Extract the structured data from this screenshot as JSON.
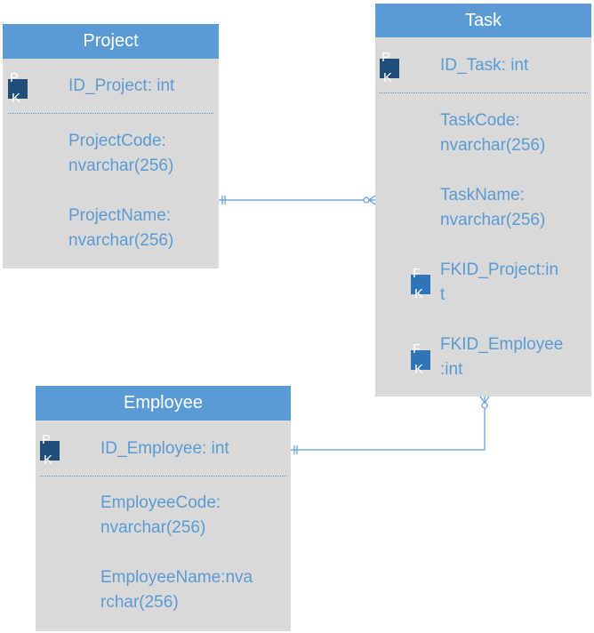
{
  "colors": {
    "header_bg": "#5b9bd5",
    "body_bg": "#d9d9d9",
    "field_text": "#5b9bd5",
    "pk_badge": "#1f4e79",
    "fk_badge": "#2e75b6",
    "connector": "#5b9bd5"
  },
  "project": {
    "title": "Project",
    "pk_badge": {
      "line1": "P",
      "line2": "K"
    },
    "pk_field": "ID_Project: int",
    "fields": [
      "ProjectCode:\nnvarchar(256)",
      "ProjectName:\nnvarchar(256)"
    ]
  },
  "task": {
    "title": "Task",
    "pk_badge": {
      "line1": "P",
      "line2": "K"
    },
    "pk_field": "ID_Task: int",
    "fields": [
      "TaskCode:\nnvarchar(256)",
      "TaskName:\nnvarchar(256)"
    ],
    "fk_badge": {
      "line1": "F",
      "line2": "K"
    },
    "fk_fields": [
      "FKID_Project:in\nt",
      "FKID_Employee\n:int"
    ]
  },
  "employee": {
    "title": "Employee",
    "pk_badge": {
      "line1": "P",
      "line2": "K"
    },
    "pk_field": "ID_Employee: int",
    "fields": [
      "EmployeeCode:\nnvarchar(256)",
      "EmployeeName:nva\nrchar(256)"
    ]
  },
  "relationships": [
    {
      "from": "Project",
      "to": "Task",
      "from_cardinality": "one",
      "to_cardinality": "zero-or-many"
    },
    {
      "from": "Employee",
      "to": "Task",
      "from_cardinality": "one",
      "to_cardinality": "zero-or-many"
    }
  ]
}
